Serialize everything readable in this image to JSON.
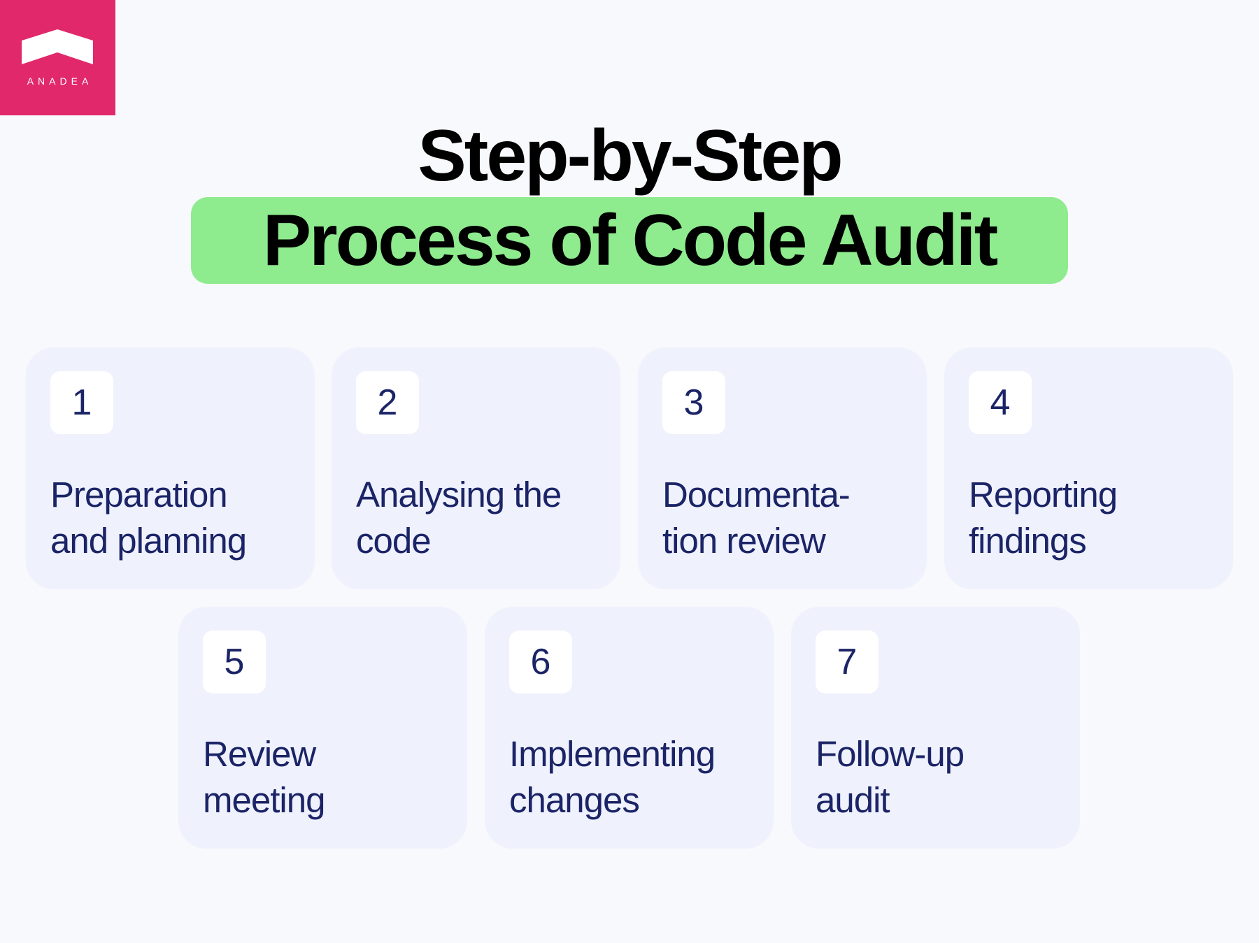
{
  "brand": {
    "name": "ANADEA",
    "color": "#E0286A",
    "icon": "chevron-roof-icon"
  },
  "title": {
    "line1": "Step-by-Step",
    "line2": "Process of Code Audit",
    "highlight_color": "#8EEB8E"
  },
  "colors": {
    "background": "#F8F9FC",
    "card": "#EFF1FD",
    "number_box": "#FFFFFF",
    "text": "#1B2466"
  },
  "steps": [
    {
      "number": "1",
      "line1": "Preparation",
      "line2": "and planning"
    },
    {
      "number": "2",
      "line1": "Analysing the",
      "line2": "code"
    },
    {
      "number": "3",
      "line1": "Documenta-",
      "line2": "tion review"
    },
    {
      "number": "4",
      "line1": "Reporting",
      "line2": "findings"
    },
    {
      "number": "5",
      "line1": "Review",
      "line2": "meeting"
    },
    {
      "number": "6",
      "line1": "Implementing",
      "line2": "changes"
    },
    {
      "number": "7",
      "line1": "Follow-up",
      "line2": "audit"
    }
  ]
}
